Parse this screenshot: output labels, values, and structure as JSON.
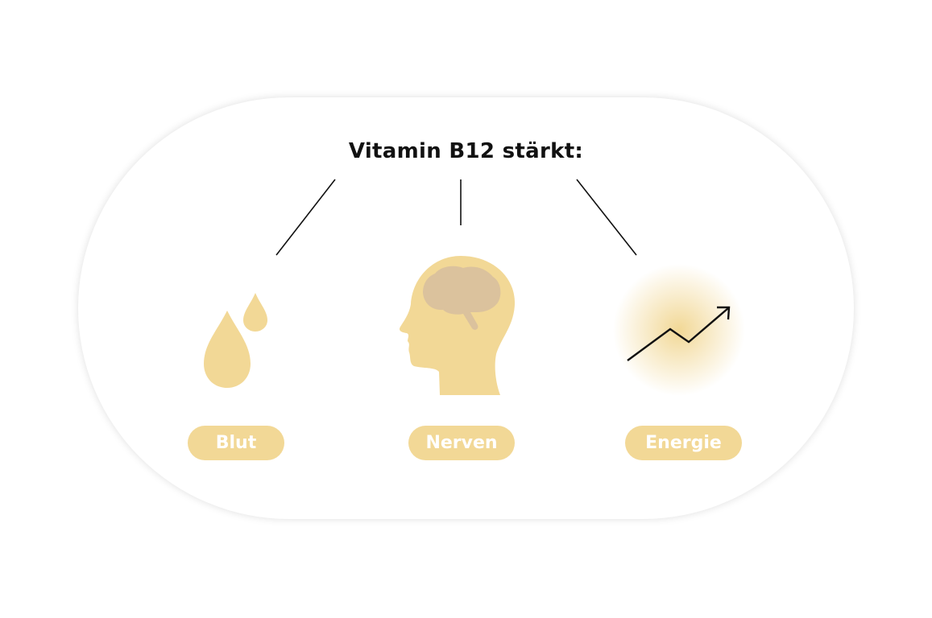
{
  "title": "Vitamin B12 stärkt:",
  "items": [
    {
      "label": "Blut",
      "icon": "blood-drops-icon"
    },
    {
      "label": "Nerven",
      "icon": "head-brain-icon"
    },
    {
      "label": "Energie",
      "icon": "rising-arrow-icon"
    }
  ],
  "colors": {
    "accent": "#f2d896",
    "brain": "#dbc29d",
    "text": "#111111"
  }
}
